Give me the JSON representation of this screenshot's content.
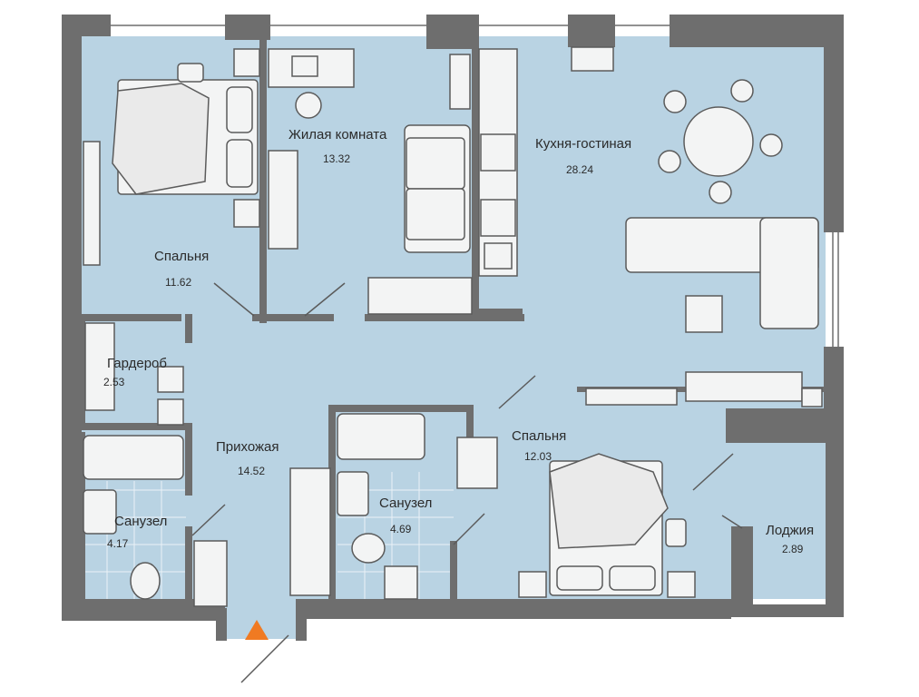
{
  "plan": {
    "colors": {
      "floor": "#b9d3e3",
      "wall": "#6e6e6e",
      "furniture_fill": "#f3f4f4",
      "furniture_stroke": "#5b5b5b",
      "entrance": "#f07a22",
      "tile": "#d9e8f1"
    },
    "entrance_icon": "triangle-arrow-icon",
    "rooms": [
      {
        "id": "bedroom-1",
        "name": "Спальня",
        "area": "11.62"
      },
      {
        "id": "living-room",
        "name": "Жилая комната",
        "area": "13.32"
      },
      {
        "id": "kitchen",
        "name": "Кухня-гостиная",
        "area": "28.24"
      },
      {
        "id": "wardrobe",
        "name": "Гардероб",
        "area": "2.53"
      },
      {
        "id": "hallway",
        "name": "Прихожая",
        "area": "14.52"
      },
      {
        "id": "bathroom-1",
        "name": "Санузел",
        "area": "4.17"
      },
      {
        "id": "bathroom-2",
        "name": "Санузел",
        "area": "4.69"
      },
      {
        "id": "bedroom-2",
        "name": "Спальня",
        "area": "12.03"
      },
      {
        "id": "loggia",
        "name": "Лоджия",
        "area": "2.89"
      }
    ]
  }
}
